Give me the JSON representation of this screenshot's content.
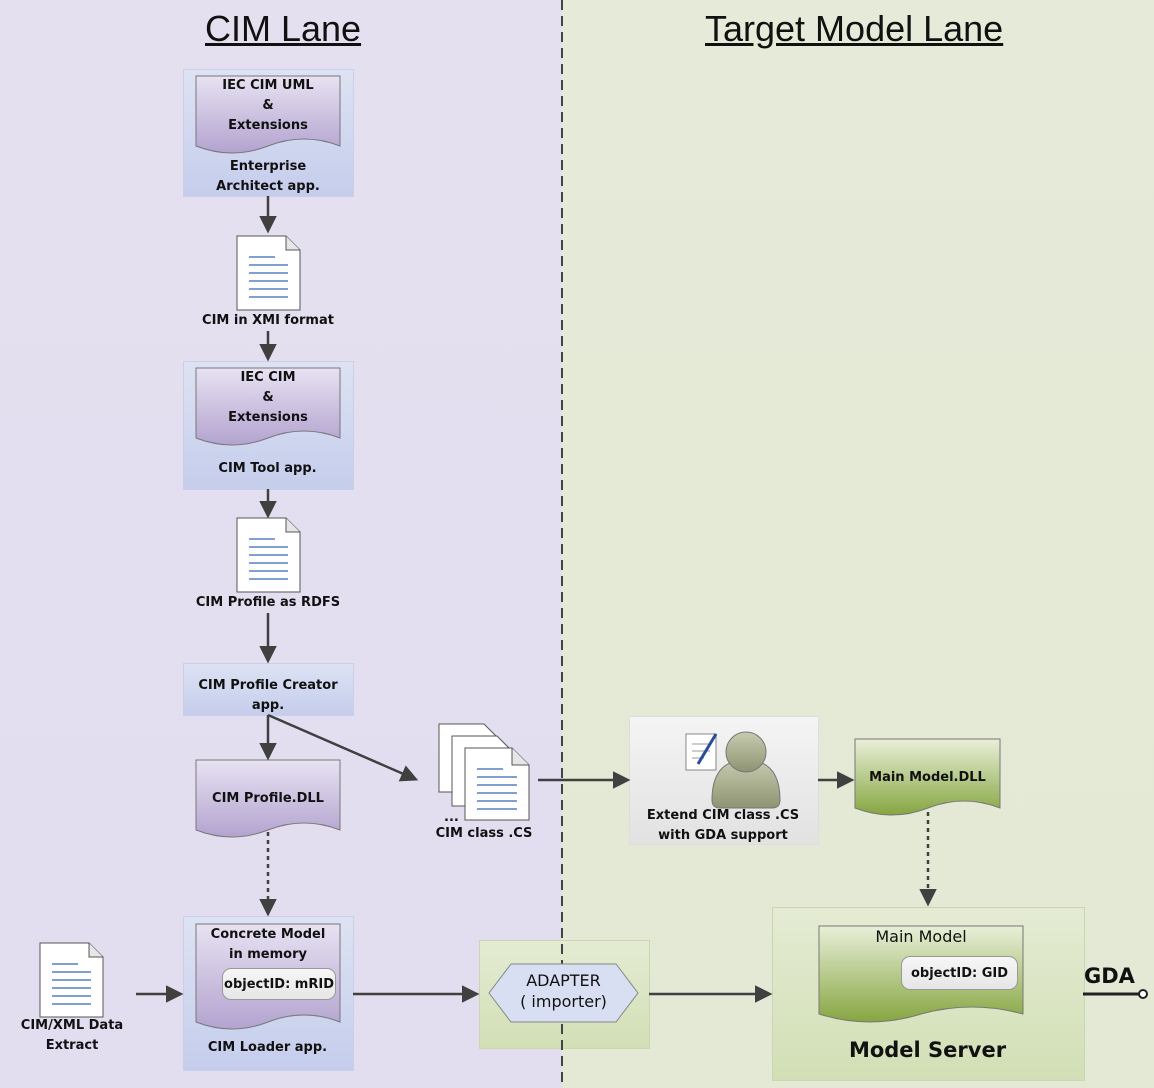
{
  "lanes": {
    "cim": "CIM Lane",
    "target": "Target Model Lane"
  },
  "nodes": {
    "ea_doc_line1": "IEC CIM UML",
    "ea_doc_line2": "&",
    "ea_doc_line3": "Extensions",
    "ea_app": "Enterprise Architect app.",
    "xmi_file": "CIM in XMI format",
    "cimtool_doc_line1": "IEC CIM",
    "cimtool_doc_line2": "&",
    "cimtool_doc_line3": "Extensions",
    "cimtool_app": "CIM Tool app.",
    "rdfs_file": "CIM Profile as RDFS",
    "profile_creator": "CIM Profile Creator app.",
    "profile_dll": "CIM Profile.DLL",
    "class_cs": "CIM class .CS",
    "class_cs_ellipsis": "...",
    "extend": "Extend CIM class .CS with GDA support",
    "main_model_dll": "Main Model.DLL",
    "data_extract": "CIM/XML Data Extract",
    "concrete_line1": "Concrete Model",
    "concrete_line2": "in memory",
    "object_mrid": "objectID: mRID",
    "loader_app": "CIM Loader app.",
    "adapter_line1": "ADAPTER",
    "adapter_line2": "( importer)",
    "main_model": "Main Model",
    "object_gid": "objectID: GID",
    "model_server": "Model Server",
    "gda": "GDA"
  },
  "colors": {
    "cim_lane": "#e3dff0",
    "target_lane": "#e4e9d6",
    "blue_box": "#c9d0ed",
    "green_box": "#d6e1bd",
    "purple_doc": "#b6a6d2",
    "green_doc": "#8fac4a",
    "arrow": "#404040"
  }
}
